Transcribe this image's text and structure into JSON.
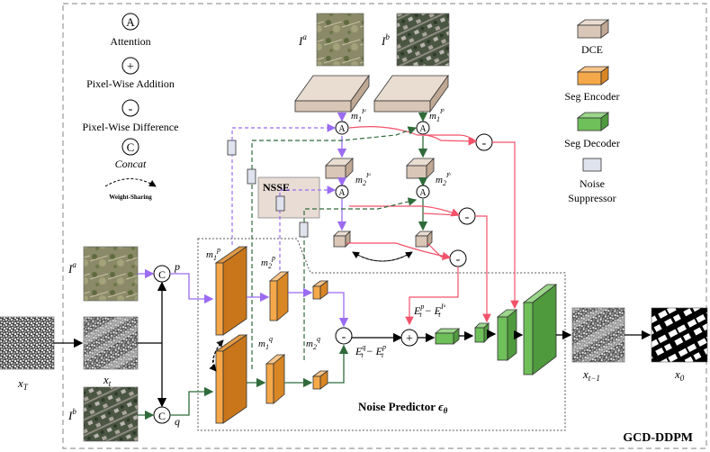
{
  "frame": {
    "title": "GCD-DDPM"
  },
  "legend": {
    "attention": {
      "symbol": "A",
      "label": "Attention"
    },
    "addition": {
      "symbol": "+",
      "label": "Pixel-Wise Addition"
    },
    "difference": {
      "symbol": "-",
      "label": "Pixel-Wise Difference"
    },
    "concat": {
      "symbol": "C",
      "label": "Concat"
    },
    "weight_sharing": "Weight-Sharing",
    "dce": "DCE",
    "seg_encoder": "Seg Encoder",
    "seg_decoder": "Seg Decoder",
    "noise_suppressor_1": "Noise",
    "noise_suppressor_2": "Suppressor"
  },
  "images": {
    "ia_top": "I",
    "ia_top_sup": "a",
    "ib_top": "I",
    "ib_top_sup": "b",
    "ia_left": "I",
    "ia_left_sup": "a",
    "ib_left": "I",
    "ib_left_sup": "b",
    "xT": "x",
    "xT_sub": "T",
    "xt": "x",
    "xt_sub": "t",
    "xt1": "x",
    "xt1_sub": "t−1",
    "x0": "x",
    "x0_sub": "0"
  },
  "labels": {
    "p": "p",
    "q": "q",
    "m1_ia": "m",
    "m1_ia_sub": "1",
    "m1_ia_sup": "I",
    "m1_ia_supsup": "a",
    "m1_ib": "m",
    "m1_ib_sub": "1",
    "m1_ib_sup": "I",
    "m1_ib_supsup": "b",
    "m2_ia": "m",
    "m2_ia_sub": "2",
    "m2_ia_sup": "I",
    "m2_ia_supsup": "a",
    "m2_ib": "m",
    "m2_ib_sub": "2",
    "m2_ib_sup": "I",
    "m2_ib_supsup": "b",
    "m1p": "m",
    "m1p_sub": "1",
    "m1p_sup": "p",
    "m2p": "m",
    "m2p_sub": "2",
    "m2p_sup": "p",
    "m1q": "m",
    "m1q_sub": "1",
    "m1q_sup": "q",
    "m2q": "m",
    "m2q_sub": "2",
    "m2q_sup": "q",
    "nsse": "NSSE",
    "eq_top": "E",
    "eq_top_p": "p",
    "eq_top_t": "t",
    "eq_top_minus": " − E",
    "eq_top_ia": "I",
    "eq_top_a": "a",
    "eq_bot": "E",
    "eq_bot_q": "q",
    "eq_bot_t": "t",
    "eq_bot_minus": " − E",
    "eq_bot_p": "p",
    "noise_predictor": "Noise Predictor",
    "epsilon": "ϵ",
    "theta": "θ"
  },
  "colors": {
    "dce": "#d9c6b6",
    "seg_encoder": "#f5a84a",
    "seg_encoder_dark": "#c9761a",
    "seg_decoder": "#6fbf5a",
    "noise_suppressor": "#dfe3ee",
    "purple": "#9b6bf2",
    "green": "#2f6b3a",
    "red": "#f2526a",
    "nsse_box": "#e8dcd4"
  }
}
